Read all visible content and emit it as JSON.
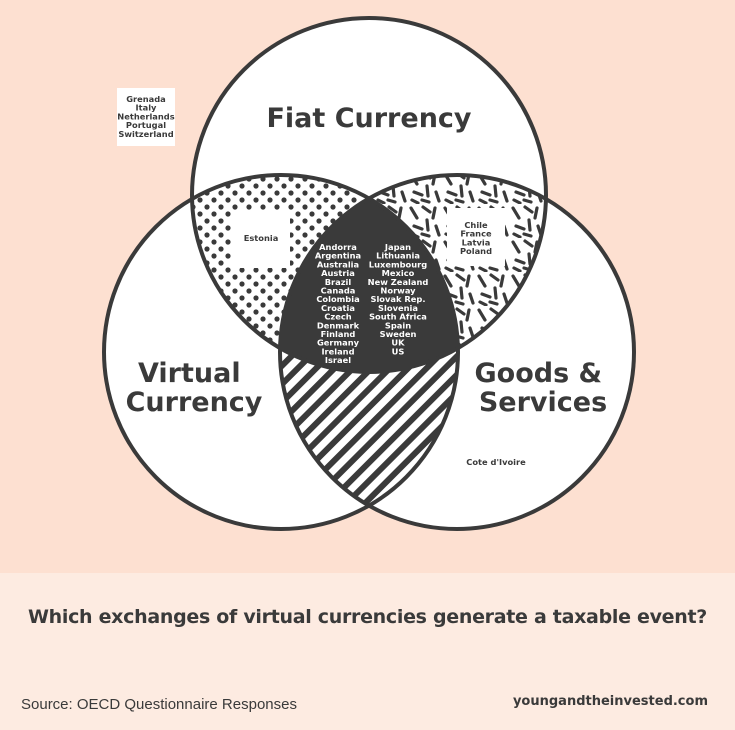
{
  "circles": {
    "fiat": {
      "title": "Fiat Currency"
    },
    "virtual": {
      "title_lines": [
        "Virtual",
        "Currency"
      ]
    },
    "goods": {
      "title_lines": [
        "Goods &",
        "Services"
      ]
    }
  },
  "regions": {
    "outside": [
      "Grenada",
      "Italy",
      "Netherlands",
      "Portugal",
      "Switzerland"
    ],
    "fiat_virtual": [
      "Estonia"
    ],
    "fiat_goods": [
      "Chile",
      "France",
      "Latvia",
      "Poland"
    ],
    "goods_only": [
      "Cote d'Ivoire"
    ],
    "all_three": {
      "left_column": [
        "Andorra",
        "Argentina",
        "Australia",
        "Austria",
        "Brazil",
        "Canada",
        "Colombia",
        "Croatia",
        "Czech",
        "Denmark",
        "Finland",
        "Germany",
        "Ireland",
        "Israel"
      ],
      "right_column": [
        "Japan",
        "Lithuania",
        "Luxembourg",
        "Mexico",
        "New Zealand",
        "Norway",
        "Slovak Rep.",
        "Slovenia",
        "South Africa",
        "Spain",
        "Sweden",
        "UK",
        "US"
      ]
    }
  },
  "footer": {
    "question": "Which exchanges of virtual currencies generate a taxable event?",
    "source": "Source: OECD Questionnaire Responses",
    "site": "youngandtheinvested.com"
  },
  "colors": {
    "background": "#fde0d1",
    "footer_background": "#fdebe1",
    "ink": "#3a3a3a",
    "circle_fill": "#ffffff"
  }
}
